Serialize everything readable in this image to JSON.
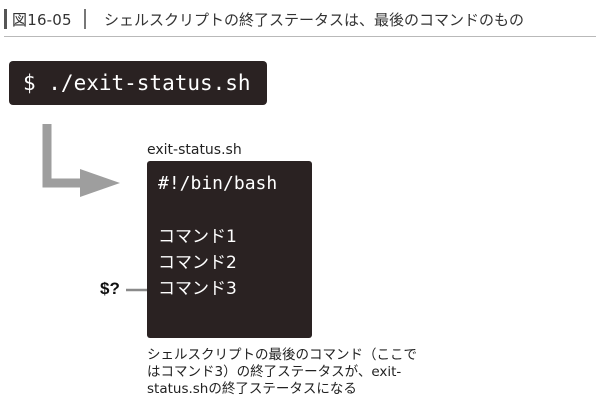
{
  "figure": {
    "label": "図16-05",
    "title": "シェルスクリプトの終了ステータスは、最後のコマンドのもの"
  },
  "command": {
    "text": "$ ./exit-status.sh"
  },
  "script": {
    "filename": "exit-status.sh",
    "shebang": "#!/bin/bash",
    "lines": [
      "コマンド1",
      "コマンド2",
      "コマンド3"
    ]
  },
  "status_marker": {
    "label": "$?"
  },
  "caption": {
    "lines": [
      "シェルスクリプトの最後のコマンド（ここで",
      "はコマンド3）の終了ステータスが、exit-",
      "status.shの終了ステータスになる"
    ]
  },
  "colors": {
    "terminal_bg": "#2a2222",
    "terminal_text": "#ffffff",
    "arrow": "#9e9e9e",
    "marker_line": "#8a8a8a"
  }
}
